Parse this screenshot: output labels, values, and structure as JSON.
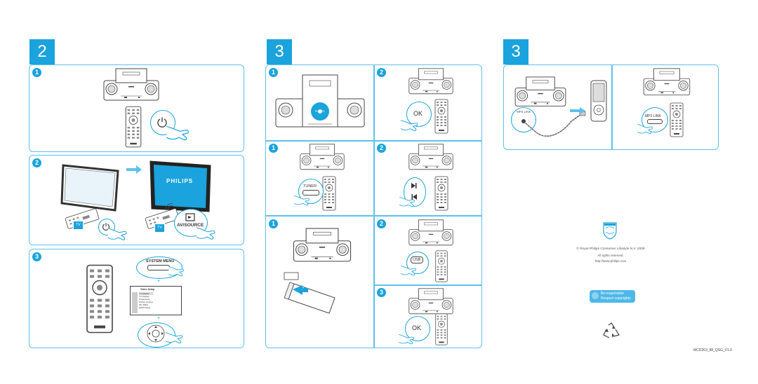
{
  "steps": {
    "left": "2",
    "middle": "3",
    "right": "3"
  },
  "nums": {
    "one": "1",
    "two": "2",
    "three": "3"
  },
  "labels": {
    "brand": "PHILIPS",
    "av_source": "AV/SOURCE",
    "system_menu": "SYSTEM MENU",
    "tuner": "TUNER",
    "usb": "USB",
    "ok": "OK",
    "mp3_link": "MP3 LINK",
    "mp3_link_small": "MP3 LINK"
  },
  "menu": {
    "title": "Video Setup",
    "items": [
      "TV Display",
      "TV Display",
      "Progressive",
      "Picture Setting",
      "HD JPEG",
      "HDMI Setup"
    ]
  },
  "legal": {
    "copyright": "© Royal Philips Consumer Lifestyle N.V. 2009",
    "rights": "All rights reserved.",
    "url": "http://www.philips.com"
  },
  "badge": {
    "line1": "Be responsible",
    "line2": "Respect copyrights"
  },
  "doc_code": "MCD263_98_QSG_V1.0",
  "colors": {
    "accent": "#1aa3dc",
    "border": "#5cc2ec"
  }
}
